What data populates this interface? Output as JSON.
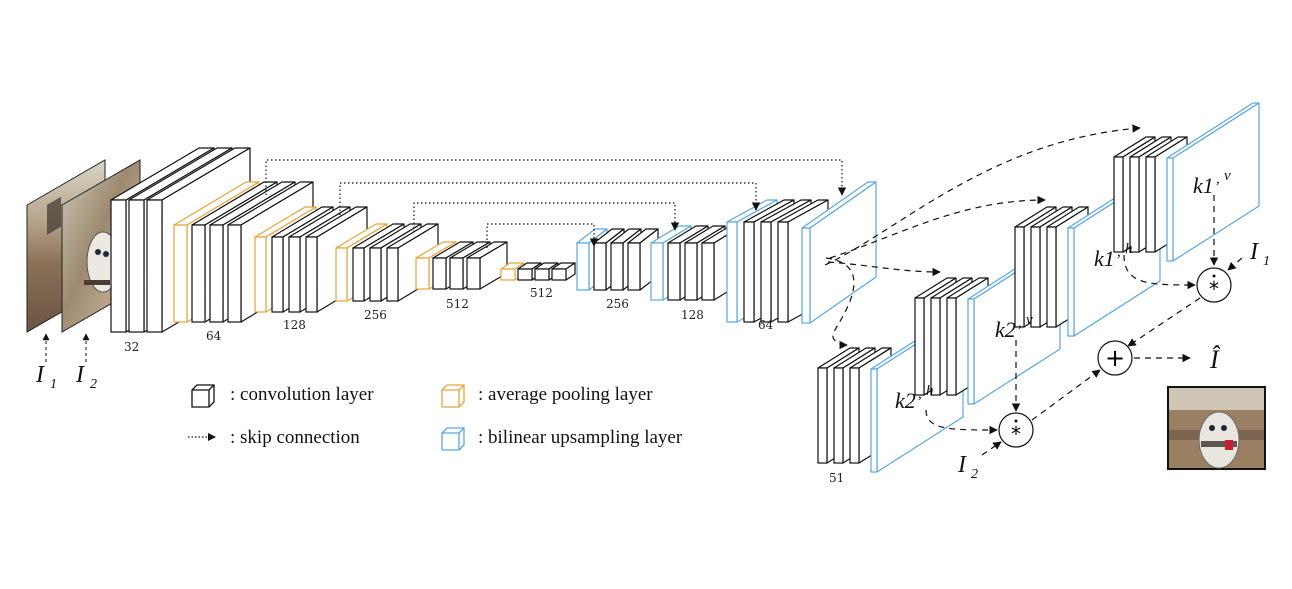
{
  "diagram": {
    "inputs": [
      {
        "label": "I",
        "sub": "1"
      },
      {
        "label": "I",
        "sub": "2"
      }
    ],
    "encoder_blocks": [
      {
        "channels": "32",
        "pool": false
      },
      {
        "channels": "64",
        "pool": true
      },
      {
        "channels": "128",
        "pool": true
      },
      {
        "channels": "256",
        "pool": true
      },
      {
        "channels": "512",
        "pool": true
      },
      {
        "channels": "512",
        "pool": true
      }
    ],
    "decoder_blocks": [
      {
        "channels": "256",
        "upsample": true
      },
      {
        "channels": "128",
        "upsample": true
      },
      {
        "channels": "64",
        "upsample": true
      }
    ],
    "subnet_channels": "51",
    "kernels": [
      {
        "name": "k1,v",
        "base": "k1",
        "sup": "v"
      },
      {
        "name": "k1,h",
        "base": "k1",
        "sup": "h"
      },
      {
        "name": "k2,v",
        "base": "k2",
        "sup": "v"
      },
      {
        "name": "k2,h",
        "base": "k2",
        "sup": "h"
      }
    ],
    "operators": {
      "local_conv_1": "*",
      "local_conv_2": "*",
      "sum": "+"
    },
    "side_inputs": [
      {
        "label": "I",
        "sub": "1"
      },
      {
        "label": "I",
        "sub": "2"
      }
    ],
    "output": {
      "label": "Î"
    },
    "legend": [
      {
        "icon": "convolution-cube-icon",
        "text": ": convolution layer",
        "color": "#111111"
      },
      {
        "icon": "average-pooling-cube-icon",
        "text": ": average pooling layer",
        "color": "#e8a33c"
      },
      {
        "icon": "skip-arrow-icon",
        "text": ": skip connection",
        "color": "#111111"
      },
      {
        "icon": "bilinear-upsampling-cube-icon",
        "text": ": bilinear upsampling layer",
        "color": "#5aa7e0"
      }
    ],
    "colors": {
      "conv": "#111111",
      "pool": "#e8a33c",
      "upsample": "#5aa7e0"
    }
  }
}
